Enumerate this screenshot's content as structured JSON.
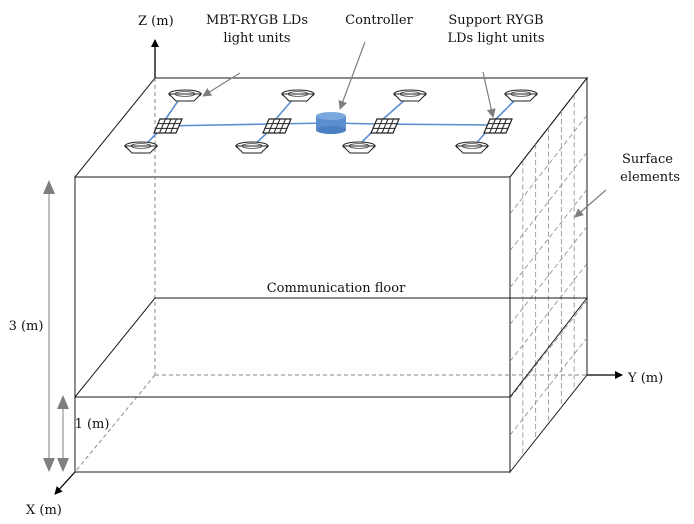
{
  "labels": {
    "axis_z": "Z (m)",
    "axis_y": "Y (m)",
    "axis_x": "X (m)",
    "mbt_line1": "MBT-RYGB LDs",
    "mbt_line2": "light units",
    "controller": "Controller",
    "support_line1": "Support RYGB",
    "support_line2": "LDs light units",
    "surface_line1": "Surface",
    "surface_line2": "elements",
    "communication_floor": "Communication floor",
    "height_room": "3 (m)",
    "height_floor": "1 (m)"
  },
  "colors": {
    "line": "#1a1a1a",
    "dashed": "#8a8a8a",
    "arrow": "#7f7f7f",
    "wire": "#5b8fd0",
    "controller": "#5b8fd0"
  },
  "icons": {
    "light_unit": "hexagonal-lamp-icon",
    "support_unit": "grid-array-icon",
    "controller": "cylinder-icon"
  }
}
